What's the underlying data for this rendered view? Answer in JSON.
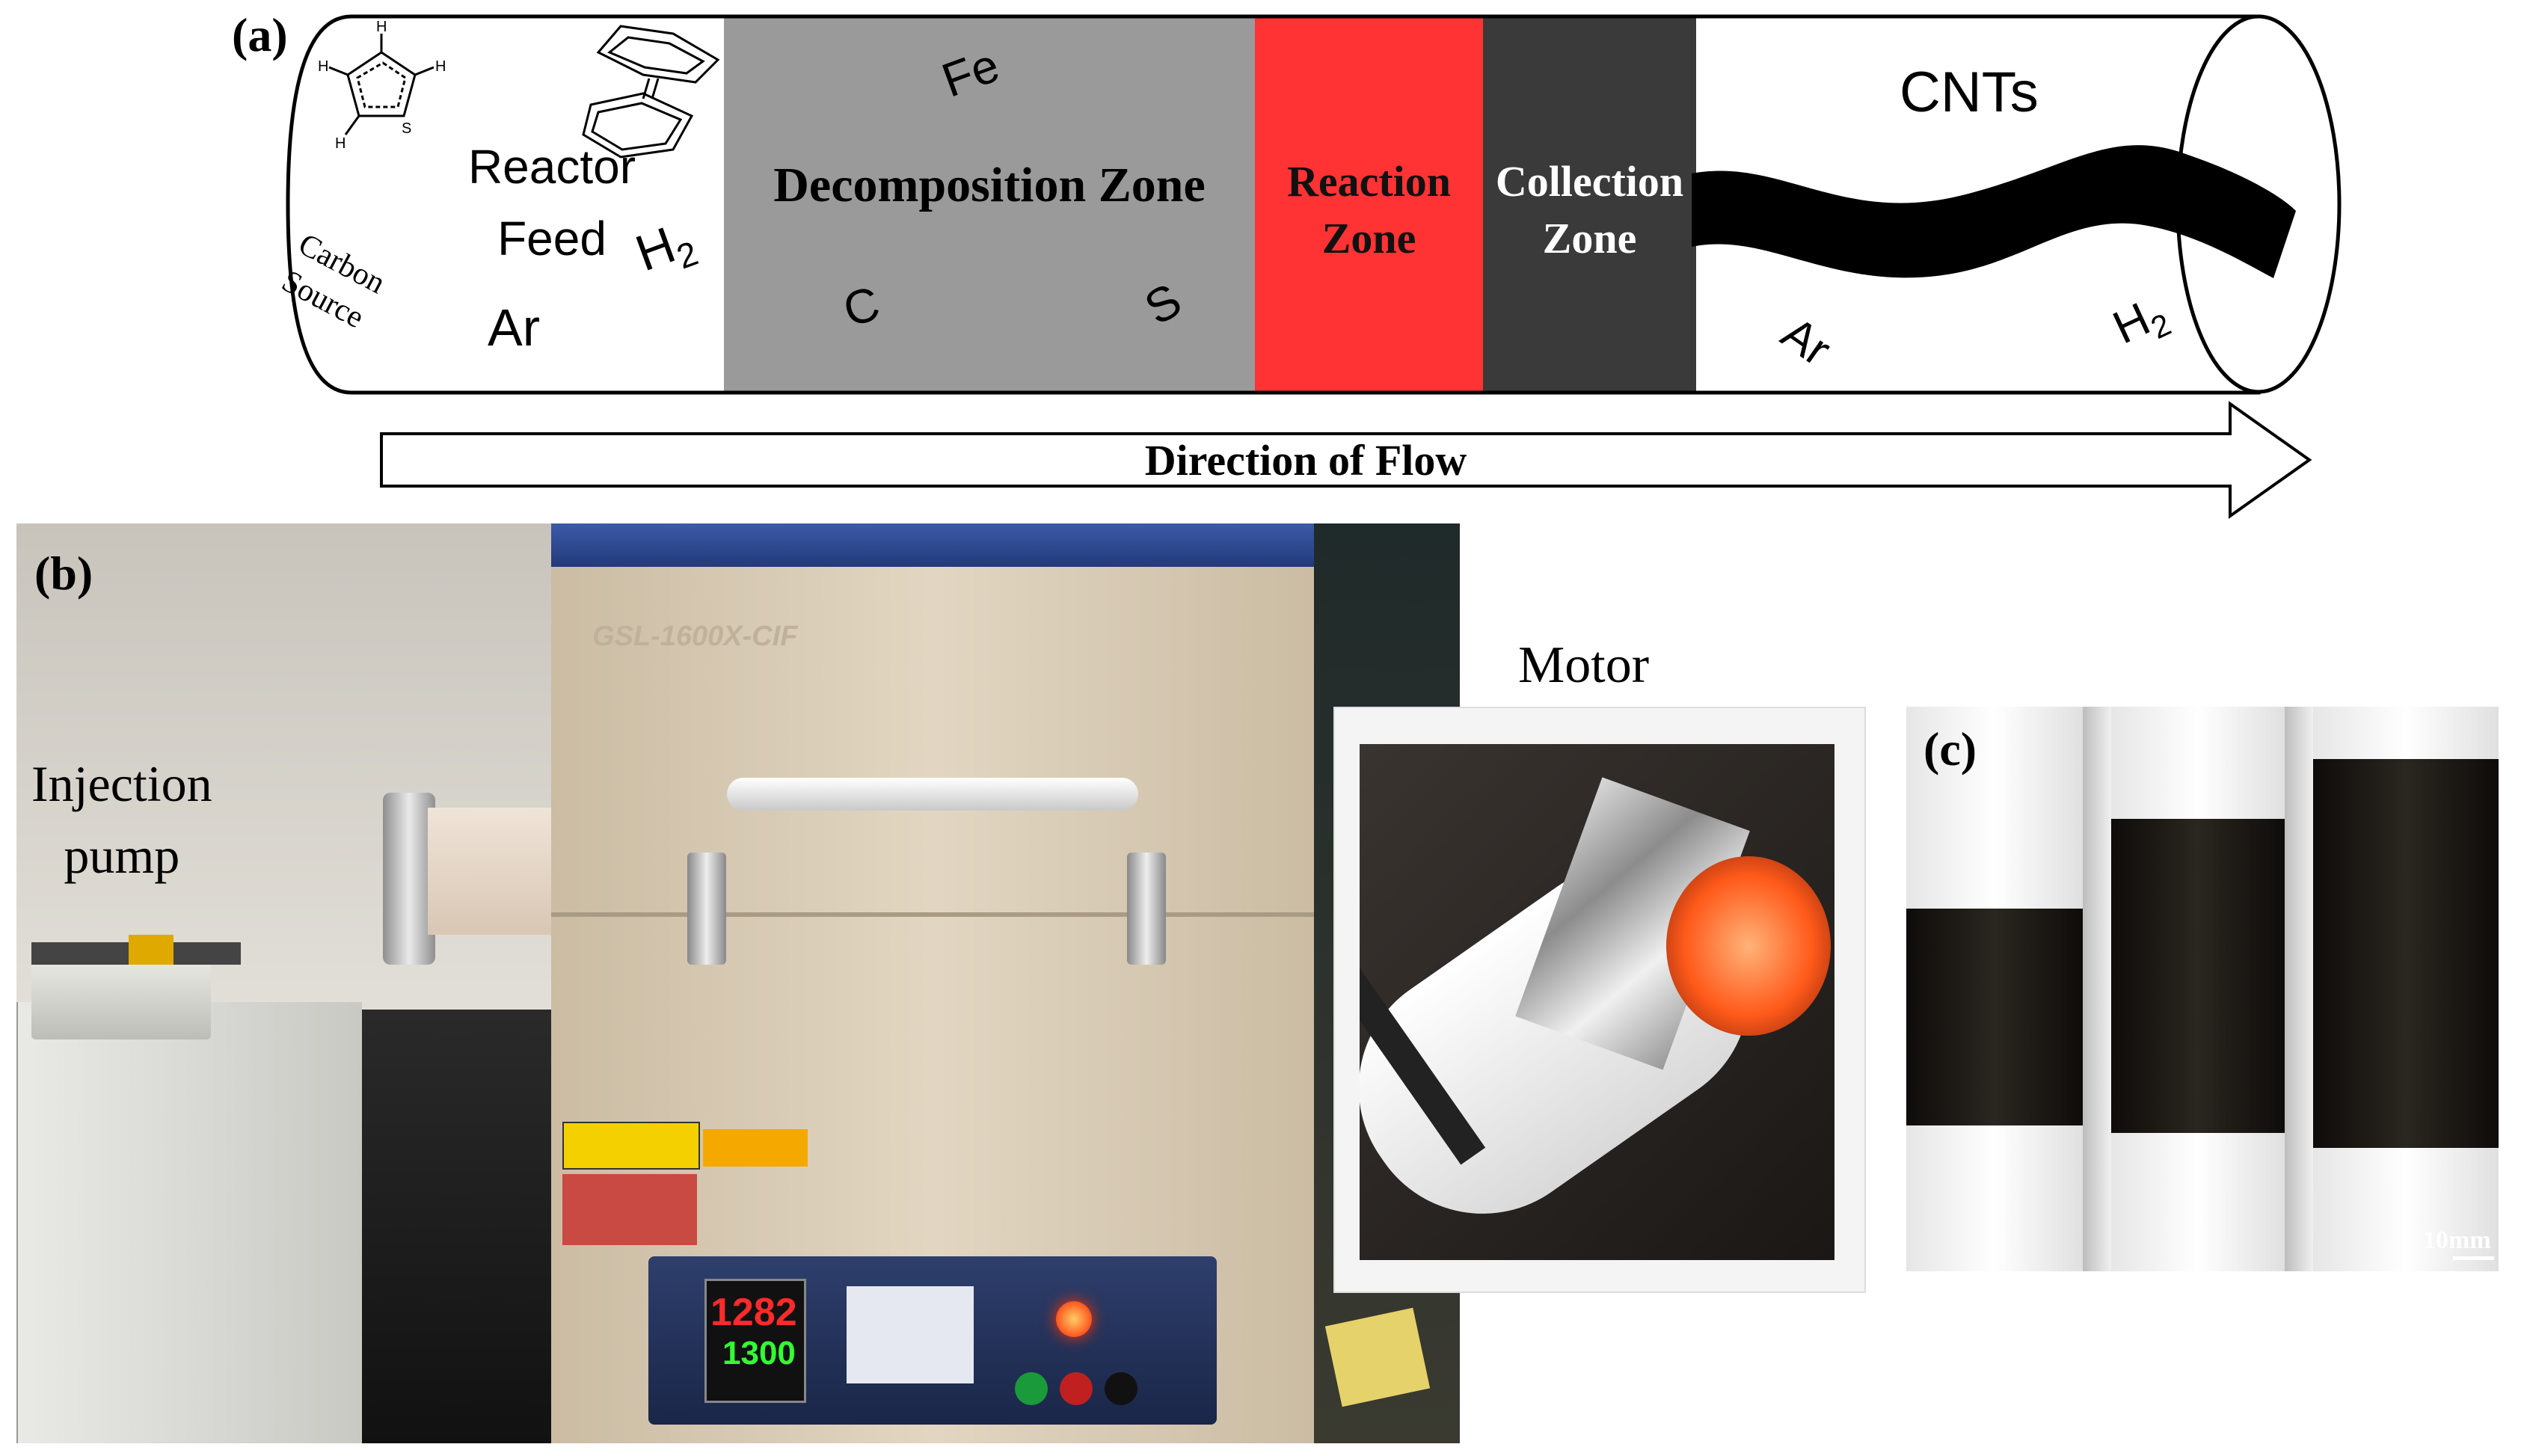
{
  "panel_a": {
    "label": "(a)",
    "reactor_feed": "Reactor\nFeed",
    "carbon_source": "Carbon\nSource",
    "ar_feed": "Ar",
    "h2_feed": "H",
    "h2_sub": "2",
    "decomposition_zone": "Decomposition Zone",
    "fe": "Fe",
    "c": "C",
    "s": "S",
    "reaction_zone": "Reaction\nZone",
    "collection_zone": "Collection\nZone",
    "cnts": "CNTs",
    "ar_out": "Ar",
    "h2_out": "H",
    "h2_out_sub": "2",
    "direction": "Direction of Flow",
    "colors": {
      "decomposition": "#9a9a9a",
      "reaction": "#ff3333",
      "collection": "#3a3a3a"
    }
  },
  "panel_b": {
    "label": "(b)",
    "injection_pump": "Injection\npump",
    "motor": "Motor",
    "furnace_model": "GSL-1600X-CIF",
    "pv": "1282",
    "sv": "1300"
  },
  "panel_c": {
    "label": "(c)",
    "scale_bar": "10mm"
  }
}
